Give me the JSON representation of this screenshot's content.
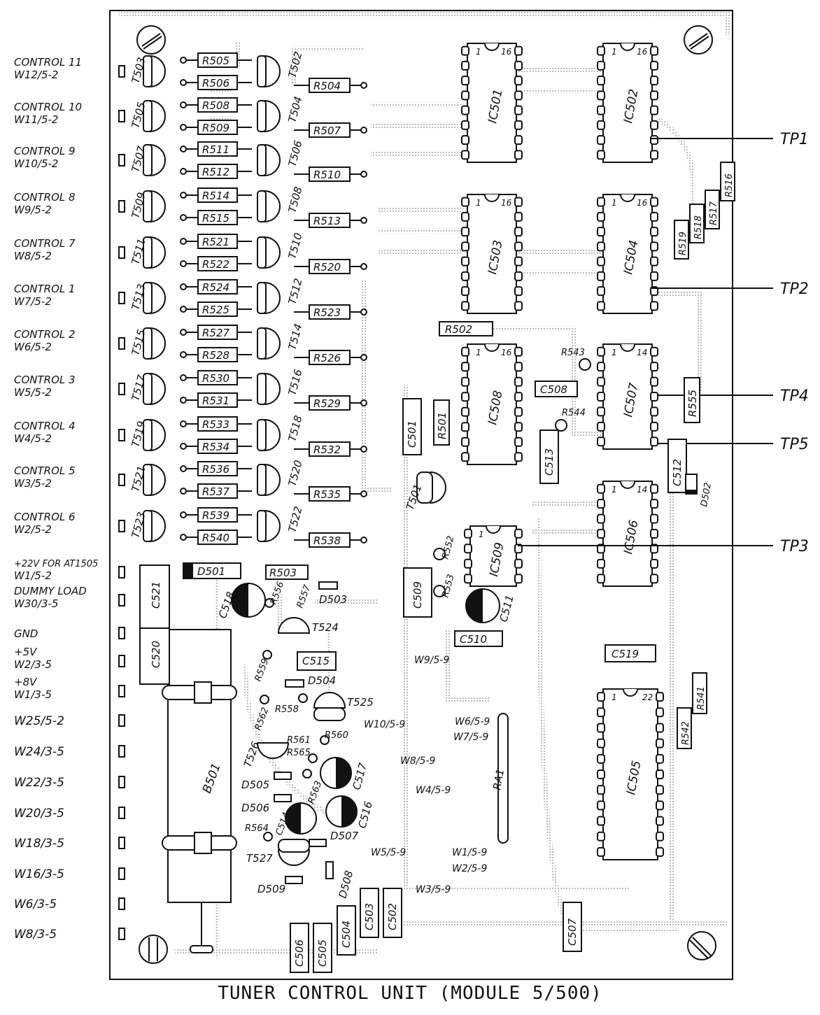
{
  "caption": "TUNER CONTROL UNIT (MODULE 5/500)",
  "left_labels": [
    [
      "CONTROL 11",
      "W12/5-2"
    ],
    [
      "CONTROL 10",
      "W11/5-2"
    ],
    [
      "CONTROL 9",
      "W10/5-2"
    ],
    [
      "CONTROL 8",
      "W9/5-2"
    ],
    [
      "CONTROL 7",
      "W8/5-2"
    ],
    [
      "CONTROL 1",
      "W7/5-2"
    ],
    [
      "CONTROL 2",
      "W6/5-2"
    ],
    [
      "CONTROL 3",
      "W5/5-2"
    ],
    [
      "CONTROL 4",
      "W4/5-2"
    ],
    [
      "CONTROL 5",
      "W3/5-2"
    ],
    [
      "CONTROL 6",
      "W2/5-2"
    ],
    [
      "+22V FOR AT1505",
      "W1/5-2"
    ],
    [
      "DUMMY LOAD",
      "W30/3-5"
    ],
    [
      "GND",
      ""
    ],
    [
      "+5V",
      "W2/3-5"
    ],
    [
      "+8V",
      "W1/3-5"
    ],
    [
      "W25/5-2",
      ""
    ],
    [
      "W24/3-5",
      ""
    ],
    [
      "W22/3-5",
      ""
    ],
    [
      "W20/3-5",
      ""
    ],
    [
      "W18/3-5",
      ""
    ],
    [
      "W16/3-5",
      ""
    ],
    [
      "W6/3-5",
      ""
    ],
    [
      "W8/3-5",
      ""
    ]
  ],
  "transistors_left": [
    "T503",
    "T505",
    "T507",
    "T509",
    "T511",
    "T513",
    "T515",
    "T517",
    "T519",
    "T521",
    "T523"
  ],
  "transistors_mid": [
    "T502",
    "T504",
    "T506",
    "T508",
    "T510",
    "T512",
    "T514",
    "T516",
    "T518",
    "T520",
    "T522"
  ],
  "resistor_pairs": [
    [
      "R505",
      "R506"
    ],
    [
      "R508",
      "R509"
    ],
    [
      "R511",
      "R512"
    ],
    [
      "R514",
      "R515"
    ],
    [
      "R521",
      "R522"
    ],
    [
      "R524",
      "R525"
    ],
    [
      "R527",
      "R528"
    ],
    [
      "R530",
      "R531"
    ],
    [
      "R533",
      "R534"
    ],
    [
      "R536",
      "R537"
    ],
    [
      "R539",
      "R540"
    ]
  ],
  "resistors_col3": [
    "R504",
    "R507",
    "R510",
    "R513",
    "R520",
    "R523",
    "R526",
    "R529",
    "R532",
    "R535",
    "R538"
  ],
  "ics": [
    "IC501",
    "IC502",
    "IC503",
    "IC504",
    "IC507",
    "IC508",
    "IC506",
    "IC509",
    "IC505"
  ],
  "test_points": [
    "TP1",
    "TP2",
    "TP4",
    "TP5",
    "TP3"
  ],
  "misc_parts": {
    "r502": "R502",
    "r501": "R501",
    "r503": "R503",
    "r543": "R543",
    "r544": "R544",
    "r555": "R555",
    "r516": "R516",
    "r517": "R517",
    "r518": "R518",
    "r519": "R519",
    "r541": "R541",
    "r542": "R542",
    "r552": "R552",
    "r553": "R553",
    "r556": "R556",
    "r557": "R557",
    "r558": "R558",
    "r559": "R559",
    "r560": "R560",
    "r561": "R561",
    "r562": "R562",
    "r563": "R563",
    "r564": "R564",
    "r565": "R565",
    "ra1": "RA1",
    "c501": "C501",
    "c502": "C502",
    "c503": "C503",
    "c504": "C504",
    "c505": "C505",
    "c506": "C506",
    "c507": "C507",
    "c508": "C508",
    "c509": "C509",
    "c510": "C510",
    "c511": "C511",
    "c512": "C512",
    "c513": "C513",
    "c514": "C514",
    "c515": "C515",
    "c516": "C516",
    "c517": "C517",
    "c518": "C518",
    "c519": "C519",
    "c520": "C520",
    "c521": "C521",
    "d501": "D501",
    "d502": "D502",
    "d503": "D503",
    "d504": "D504",
    "d505": "D505",
    "d506": "D506",
    "d507": "D507",
    "d508": "D508",
    "d509": "D509",
    "t501": "T501",
    "t524": "T524",
    "t525": "T525",
    "t526": "T526",
    "t527": "T527",
    "b501": "B501"
  },
  "wire_labels": [
    "W9/5-9",
    "W10/5-9",
    "W6/5-9",
    "W7/5-9",
    "W8/5-9",
    "W4/5-9",
    "W5/5-9",
    "W1/5-9",
    "W2/5-9",
    "W3/5-9"
  ]
}
